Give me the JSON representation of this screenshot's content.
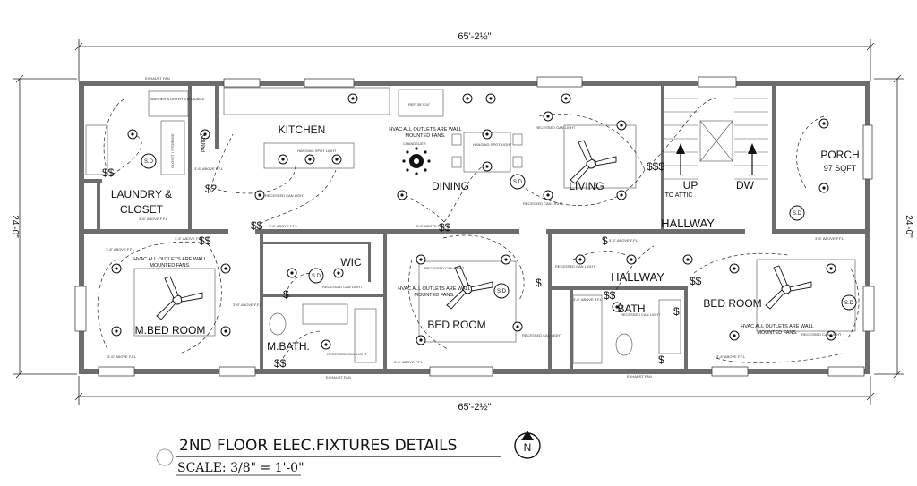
{
  "dimensions": {
    "top": "65'-2½\"",
    "bottom": "65'-2½\"",
    "left": "24'-0\"",
    "right": "24'-0\""
  },
  "rooms": {
    "kitchen": "KITCHEN",
    "dining": "DINING",
    "living": "LIVING",
    "porch": "PORCH",
    "porch_area": "97 SQFT",
    "laundry_line1": "LAUNDRY &",
    "laundry_line2": "CLOSET",
    "pantry": "PANTRY",
    "up": "UP",
    "dw": "DW",
    "to_attic": "TO ATTIC",
    "hallway_upper": "HALLWAY",
    "hallway_lower": "HALLWAY",
    "master_bedroom": "M.BED ROOM",
    "wic": "WIC",
    "master_bath": "M.BATH.",
    "bedroom_center": "BED ROOM",
    "bath": "BATH",
    "bedroom_right": "BED ROOM"
  },
  "notes": {
    "hvac_line1": "HVAC ALL OUTLETS ARE WALL",
    "hvac_line2": "MOUNTED FANS.",
    "recessed": "RECESSED CAN LIGHT",
    "hanging": "HANGING SPOT LIGHT",
    "chandelier": "CHANDELIER",
    "above_ffl": "3'-6\" ABOVE F.F.L",
    "smoke": "S.D",
    "exhaust": "EXHAUST FAN",
    "washer": "WASHER & DRYER STACKABLE",
    "closet_storage": "CLOSET / STORAGE",
    "ref": "REF. 35\"X24\""
  },
  "symbols": {
    "switch": "$",
    "double_switch": "$$",
    "triple_switch": "$$$",
    "dimmer": "$2"
  },
  "title": {
    "main": "2ND FLOOR ELEC.FIXTURES DETAILS",
    "scale": "SCALE: 3/8\" = 1'-0\"",
    "north": "N"
  },
  "colors": {
    "wall": "#6d6d6d",
    "line": "#222222",
    "background": "#ffffff"
  },
  "icons": [
    "ceiling-fan-icon",
    "recessed-light-icon",
    "smoke-detector-icon",
    "chandelier-icon",
    "north-arrow-icon"
  ]
}
